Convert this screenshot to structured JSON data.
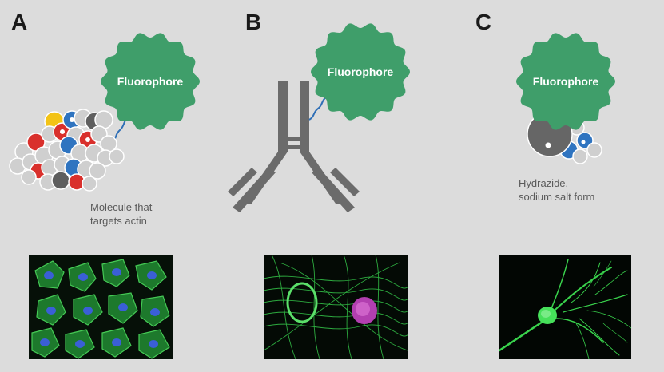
{
  "panels": {
    "a": {
      "letter": "A",
      "fluorophore_label": "Fluorophore",
      "caption_line1": "Molecule that",
      "caption_line2": "targets actin"
    },
    "b": {
      "letter": "B",
      "fluorophore_label": "Fluorophore"
    },
    "c": {
      "letter": "C",
      "fluorophore_label": "Fluorophore",
      "caption_line1": "Hydrazide,",
      "caption_line2": "sodium salt form"
    }
  },
  "colors": {
    "background": "#dcdcdc",
    "fluorophore": "#3f9e6a",
    "antibody": "#6b6b6b",
    "linker": "#2f6fb6",
    "atom_red": "#d9302c",
    "atom_blue": "#2f74c0",
    "atom_yellow": "#f3c316",
    "atom_grey": "#cfcfcf",
    "atom_dark": "#5e5e5e",
    "micro_green": "#35c84a",
    "micro_blue": "#3a5fd6",
    "micro_magenta": "#c04bbb"
  },
  "icons": {
    "fluorophore": "fluorophore-badge-icon",
    "antibody": "antibody-icon",
    "molecule": "molecule-cluster-icon"
  }
}
